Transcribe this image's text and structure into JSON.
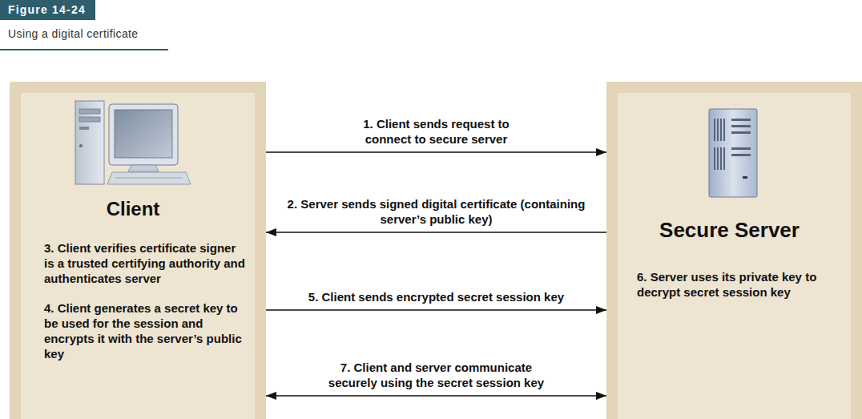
{
  "diagram": {
    "title": "Figure 14-24",
    "caption": "Using a digital certificate",
    "nodes": [
      {
        "text": [
          "Client",
          "3. Client verifies certificate signer is a trusted certifying authority and authenticates server",
          "4. Client generates a secret key to be used for the session and encrypts it with the server’s public key"
        ]
      },
      {
        "text": [
          "Secure Server",
          "6. Server uses its private key to decrypt secret session key"
        ]
      }
    ],
    "edges": [
      {
        "from": 0,
        "to": 1,
        "arrow": "to",
        "label": "1. Client sends request to connect to secure server"
      },
      {
        "from": 1,
        "to": 0,
        "arrow": "to",
        "label": "2. Server sends signed digital certificate (containing server’s public key)"
      },
      {
        "from": 0,
        "to": 1,
        "arrow": "to",
        "label": "5. Client sends encrypted secret session key"
      },
      {
        "from": 0,
        "to": 1,
        "arrow": "both",
        "label": "7. Client and server communicate securely using the secret session key"
      }
    ]
  }
}
